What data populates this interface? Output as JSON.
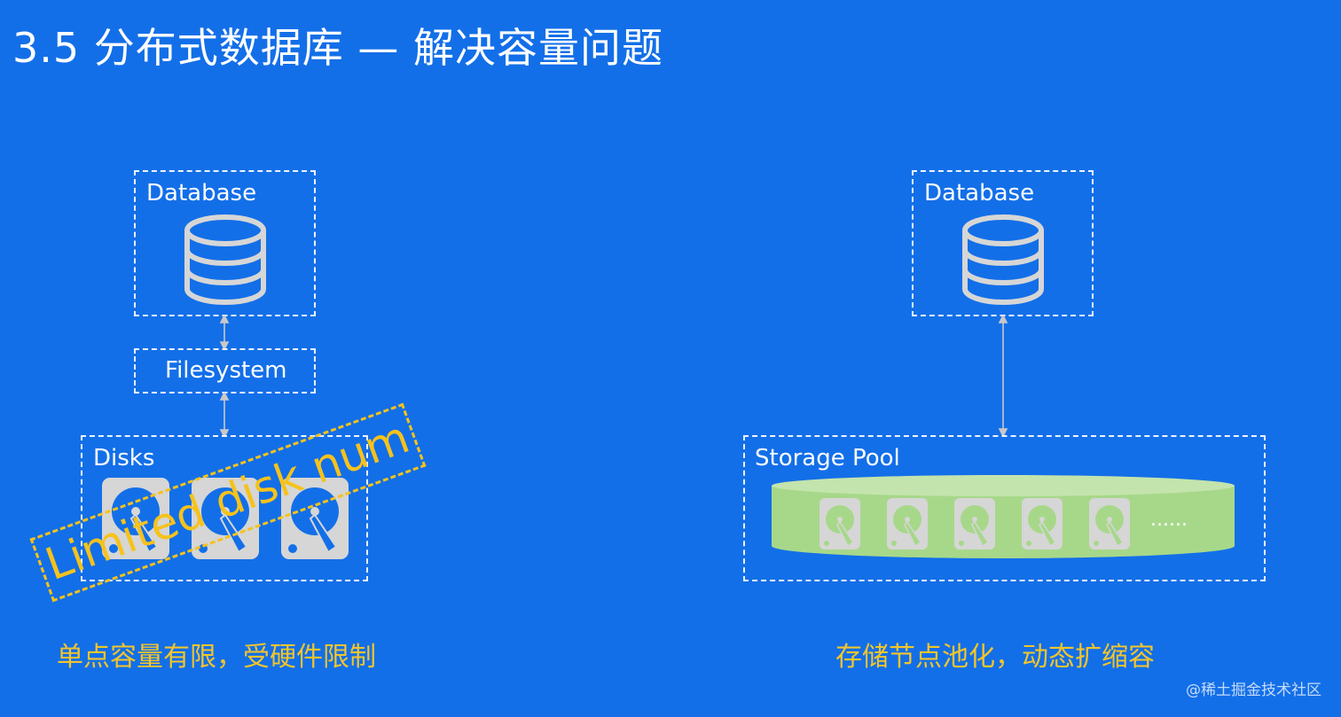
{
  "title": "3.5 分布式数据库 — 解决容量问题",
  "left": {
    "database_label": "Database",
    "filesystem_label": "Filesystem",
    "disks_label": "Disks",
    "stamp_text": "Limited disk num",
    "caption": "单点容量有限，受硬件限制"
  },
  "right": {
    "database_label": "Database",
    "pool_label": "Storage Pool",
    "pool_ellipsis": "......",
    "caption": "存储节点池化，动态扩缩容"
  },
  "watermark": "@稀土掘金技术社区",
  "colors": {
    "background": "#136fe8",
    "caption": "#f3c52a",
    "stamp": "#f6c21b",
    "pool_fill": "#a7d88a",
    "icon_gray": "#d6d6d6"
  },
  "icons": [
    "database-icon",
    "hard-disk-icon"
  ]
}
